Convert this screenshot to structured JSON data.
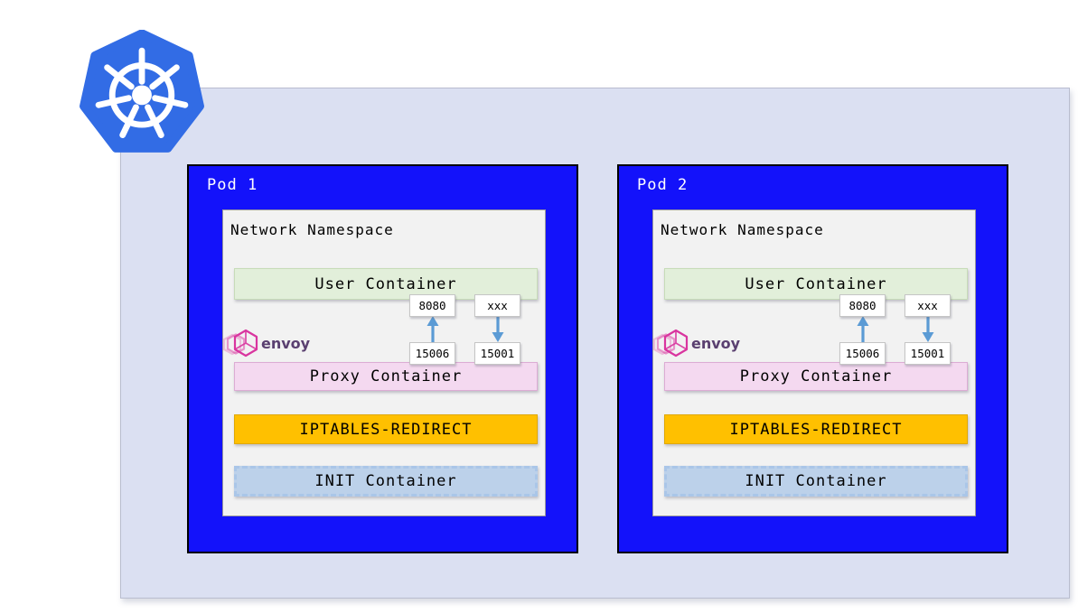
{
  "diagram": {
    "type": "kubernetes-istio-sidecar-architecture",
    "kubernetes_logo": {
      "icon": "kubernetes-helm-wheel-icon",
      "color": "#326ce5"
    },
    "cluster": {
      "background": "#dbe0f2",
      "border": "#b9bdcf"
    }
  },
  "pods": [
    {
      "label": "Pod 1",
      "namespace_label": "Network Namespace",
      "user_container_label": "User Container",
      "proxy_container_label": "Proxy Container",
      "iptables_label": "IPTABLES-REDIRECT",
      "init_container_label": "INIT Container",
      "envoy_label": "envoy",
      "ports": {
        "app_port": "8080",
        "unknown_port": "xxx",
        "inbound_port": "15006",
        "outbound_port": "15001"
      }
    },
    {
      "label": "Pod 2",
      "namespace_label": "Network Namespace",
      "user_container_label": "User Container",
      "proxy_container_label": "Proxy Container",
      "iptables_label": "IPTABLES-REDIRECT",
      "init_container_label": "INIT Container",
      "envoy_label": "envoy",
      "ports": {
        "app_port": "8080",
        "unknown_port": "xxx",
        "inbound_port": "15006",
        "outbound_port": "15001"
      }
    }
  ],
  "flows": [
    {
      "from_port": "15006",
      "to_port": "8080",
      "direction": "up"
    },
    {
      "from_port": "xxx",
      "to_port": "15001",
      "direction": "down"
    }
  ],
  "colors": {
    "pod_background": "#1312fa",
    "pod_border": "#000000",
    "namespace_background": "#f2f2f2",
    "user_container": "#e2efda",
    "proxy_container": "#f4d9f0",
    "iptables_bar": "#ffc000",
    "init_container": "#bcd1ea",
    "arrow_blue": "#5b9bd5",
    "kubernetes_blue": "#326ce5",
    "envoy_pink": "#d9359f",
    "envoy_text": "#5a4070"
  }
}
